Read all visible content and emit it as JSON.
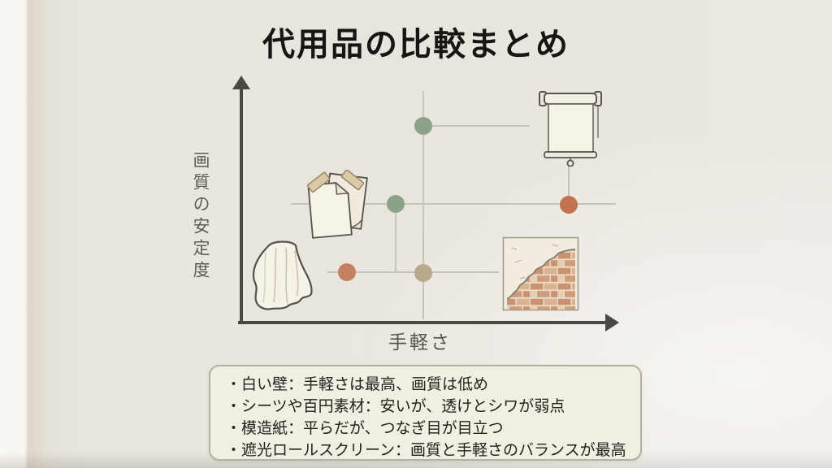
{
  "slide": {
    "title": "代用品の比較まとめ"
  },
  "chart": {
    "y_axis_label": "画質の安定度",
    "x_axis_label": "手軽さ",
    "colors": {
      "axis": "#4b4844",
      "gridline": "#c8c3b9",
      "green": "#8aa287",
      "terracotta_right": "#c1744e",
      "terracotta_left": "#c38161",
      "tan": "#b9a88c"
    }
  },
  "chart_data": {
    "type": "scatter",
    "title": "代用品の比較まとめ",
    "xlabel": "手軽さ",
    "ylabel": "画質の安定度",
    "axes": "qualitative, no tick labels; arrows indicate increasing 手軽さ (right) and 画質の安定度 (up)",
    "points": [
      {
        "name": "green-top",
        "color": "#8aa287",
        "x": 0.48,
        "y": 0.81,
        "connects_toward": "遮光ロールスクリーン"
      },
      {
        "name": "green-mid",
        "color": "#8aa287",
        "x": 0.41,
        "y": 0.49,
        "connects_toward": "模造紙"
      },
      {
        "name": "orange-right",
        "color": "#c1744e",
        "x": 0.87,
        "y": 0.49,
        "connects_toward": "遮光ロールスクリーン(吊り紐)"
      },
      {
        "name": "orange-left",
        "color": "#c38161",
        "x": 0.28,
        "y": 0.21,
        "connects_toward": "シーツ"
      },
      {
        "name": "tan-center",
        "color": "#b9a88c",
        "x": 0.48,
        "y": 0.21,
        "connects_toward": "白い壁"
      }
    ],
    "illustrations": [
      {
        "label": "遮光ロールスクリーン",
        "position": "top-right"
      },
      {
        "label": "模造紙(テープ留めの紙)",
        "position": "middle-left"
      },
      {
        "label": "シーツ(布)",
        "position": "bottom-left"
      },
      {
        "label": "白い壁(レンガ露出)",
        "position": "bottom-right"
      }
    ],
    "legend": "none",
    "grid": "partial connector lines only"
  },
  "info_box": {
    "items": [
      "・白い壁：手軽さは最高、画質は低め",
      "・シーツや百円素材：安いが、透けとシワが弱点",
      "・模造紙：平らだが、つなぎ目が目立つ",
      "・遮光ロールスクリーン：画質と手軽さのバランスが最高"
    ]
  }
}
